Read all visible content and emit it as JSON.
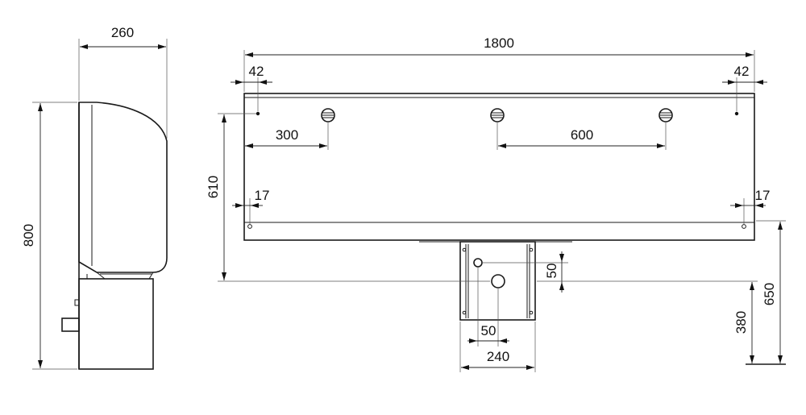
{
  "dimensions": {
    "side_depth": "260",
    "side_height": "800",
    "front_width": "1800",
    "left_edge_offset": "42",
    "right_edge_offset": "42",
    "inlet_offset": "300",
    "inlet_spacing": "600",
    "panel_height": "610",
    "left_side_margin": "17",
    "right_side_margin": "17",
    "bracket_hole_vertical": "50",
    "bracket_hole_horizontal": "50",
    "bracket_width": "240",
    "bracket_to_floor": "380",
    "lip_to_floor": "650"
  }
}
